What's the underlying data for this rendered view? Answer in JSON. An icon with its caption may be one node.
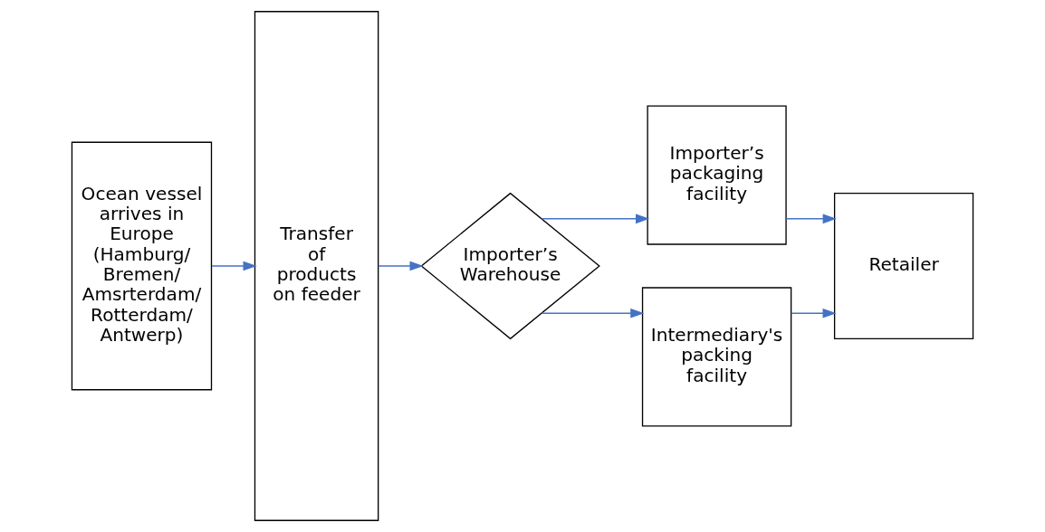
{
  "diagram": {
    "nodes": [
      {
        "text": [
          "Ocean vessel arrives in Europe (Hamburg/ Bremen/ Amsrterdam/ Rotterdam/ Antwerp)"
        ]
      },
      {
        "text": [
          "Transfer of products on feeder"
        ]
      },
      {
        "text": [
          "Importer’s Warehouse"
        ]
      },
      {
        "text": [
          "Importer’s packaging facility"
        ]
      },
      {
        "text": [
          "Intermediary's packing facility"
        ]
      },
      {
        "text": [
          "Retailer"
        ]
      }
    ],
    "edges": [
      {
        "from": 0,
        "to": 1,
        "arrow": "to"
      },
      {
        "from": 1,
        "to": 2,
        "arrow": "to"
      },
      {
        "from": 2,
        "to": 3,
        "arrow": "to"
      },
      {
        "from": 2,
        "to": 4,
        "arrow": "to"
      },
      {
        "from": 3,
        "to": 5,
        "arrow": "to"
      },
      {
        "from": 4,
        "to": 5,
        "arrow": "to"
      }
    ]
  }
}
